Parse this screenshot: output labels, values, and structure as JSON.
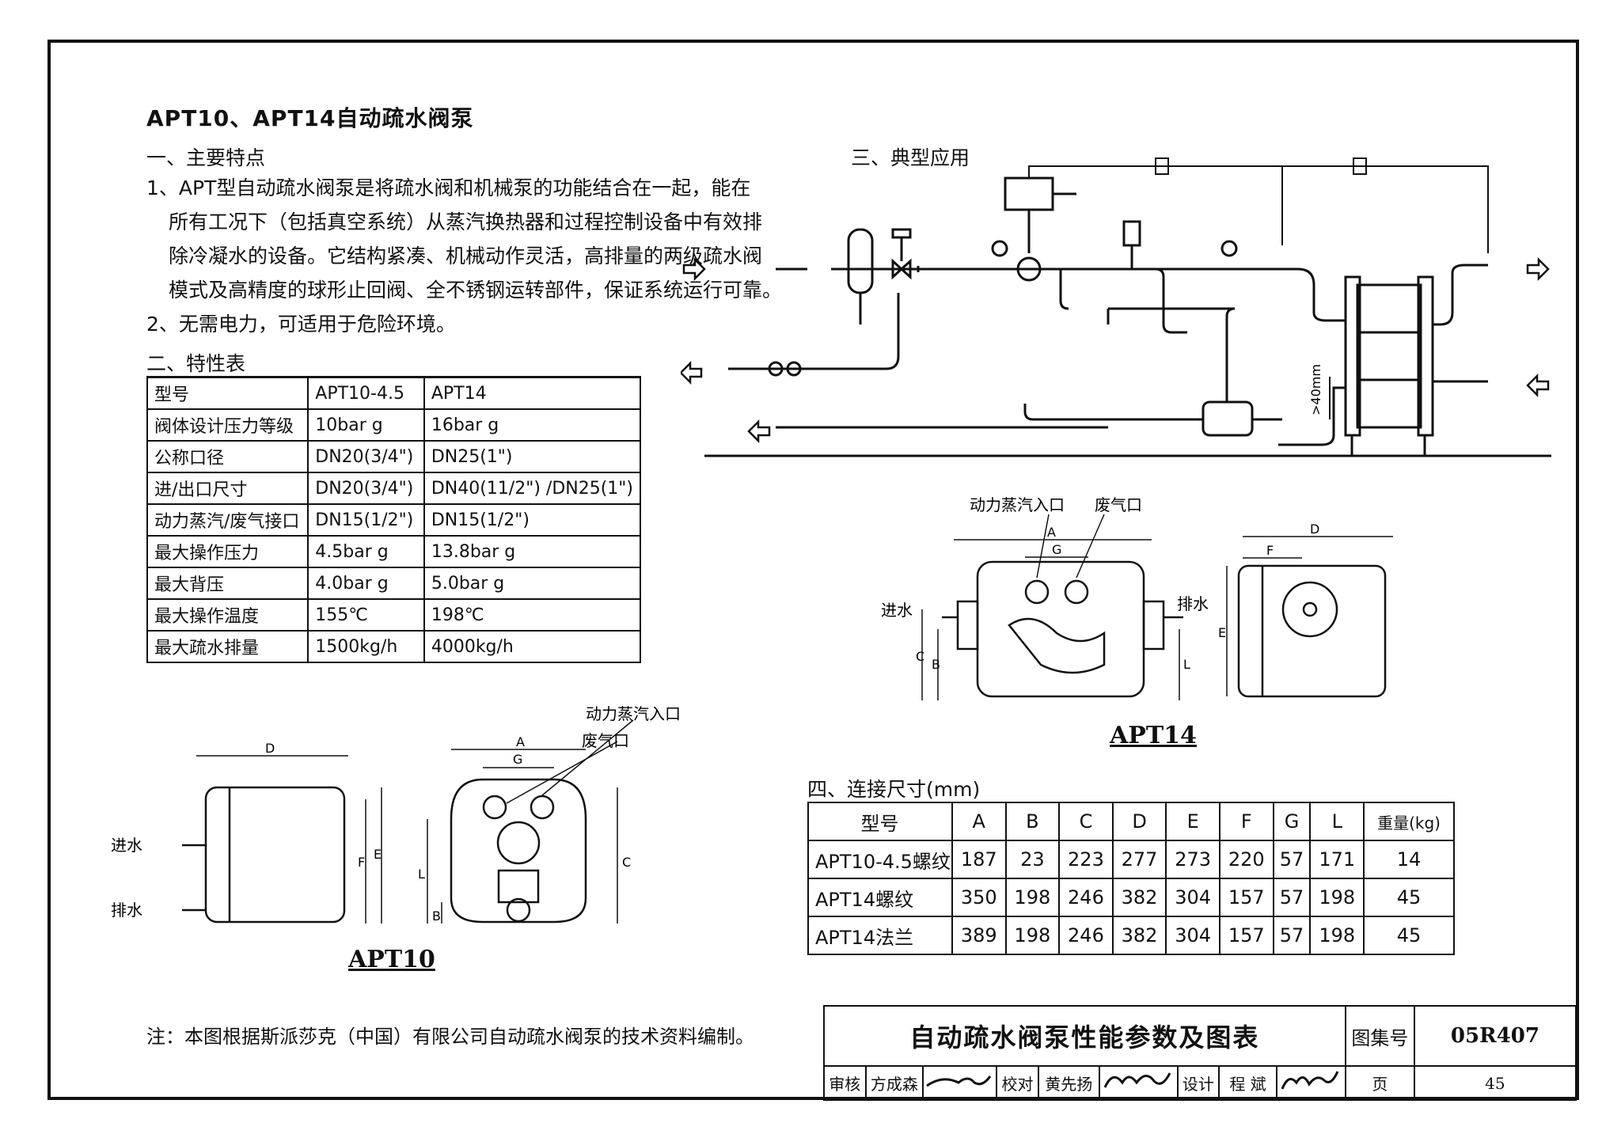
{
  "doc": {
    "title": "APT10、APT14自动疏水阀泵",
    "section1_heading": "一、主要特点",
    "feature1_lines": [
      "1、APT型自动疏水阀泵是将疏水阀和机械泵的功能结合在一起，能在",
      "所有工况下（包括真空系统）从蒸汽换热器和过程控制设备中有效排",
      "除冷凝水的设备。它结构紧凑、机械动作灵活，高排量的两级疏水阀",
      "模式及高精度的球形止回阀、全不锈钢运转部件，保证系统运行可靠。"
    ],
    "feature2": "2、无需电力，可适用于危险环境。",
    "section2_heading": "二、特性表",
    "spec_table": {
      "header": [
        "型号",
        "APT10-4.5",
        "APT14"
      ],
      "rows": [
        [
          "阀体设计压力等级",
          "10bar g",
          "16bar g"
        ],
        [
          "公称口径",
          "DN20(3/4\")",
          "DN25(1\")"
        ],
        [
          "进/出口尺寸",
          "DN20(3/4\")",
          "DN40(11/2\") /DN25(1\")"
        ],
        [
          "动力蒸汽/废气接口",
          "DN15(1/2\")",
          "DN15(1/2\")"
        ],
        [
          "最大操作压力",
          "4.5bar g",
          "13.8bar g"
        ],
        [
          "最大背压",
          "4.0bar g",
          "5.0bar g"
        ],
        [
          "最大操作温度",
          "155℃",
          "198℃"
        ],
        [
          "最大疏水排量",
          "1500kg/h",
          "4000kg/h"
        ]
      ]
    },
    "section3_heading": "三、典型应用",
    "typical_label_40mm": ">40mm",
    "apt14": {
      "caption": "APT14",
      "steam_inlet": "动力蒸汽入口",
      "exhaust": "废气口",
      "inlet": "进水",
      "outlet": "排水",
      "dims": [
        "A",
        "G",
        "C",
        "B",
        "L",
        "D",
        "F",
        "E"
      ]
    },
    "apt10": {
      "caption": "APT10",
      "steam_inlet": "动力蒸汽入口",
      "exhaust": "废气口",
      "inlet": "进水",
      "outlet": "排水",
      "dims": [
        "D",
        "F",
        "E",
        "A",
        "G",
        "L",
        "C",
        "B"
      ]
    },
    "section4_heading": "四、连接尺寸(mm)",
    "dims_table": {
      "header": [
        "型号",
        "A",
        "B",
        "C",
        "D",
        "E",
        "F",
        "G",
        "L",
        "重量(kg)"
      ],
      "rows": [
        [
          "APT10-4.5螺纹",
          "187",
          "23",
          "223",
          "277",
          "273",
          "220",
          "57",
          "171",
          "14"
        ],
        [
          "APT14螺纹",
          "350",
          "198",
          "246",
          "382",
          "304",
          "157",
          "57",
          "198",
          "45"
        ],
        [
          "APT14法兰",
          "389",
          "198",
          "246",
          "382",
          "304",
          "157",
          "57",
          "198",
          "45"
        ]
      ]
    },
    "note": "注：本图根据斯派莎克（中国）有限公司自动疏水阀泵的技术资料编制。"
  },
  "title_block": {
    "drawing_title": "自动疏水阀泵性能参数及图表",
    "atlas_label": "图集号",
    "atlas_no": "05R407",
    "review_label": "审核",
    "review_name": "方成森",
    "check_label": "校对",
    "check_name": "黄先扬",
    "design_label": "设计",
    "design_name": "程 斌",
    "page_label": "页",
    "page_no": "45"
  }
}
